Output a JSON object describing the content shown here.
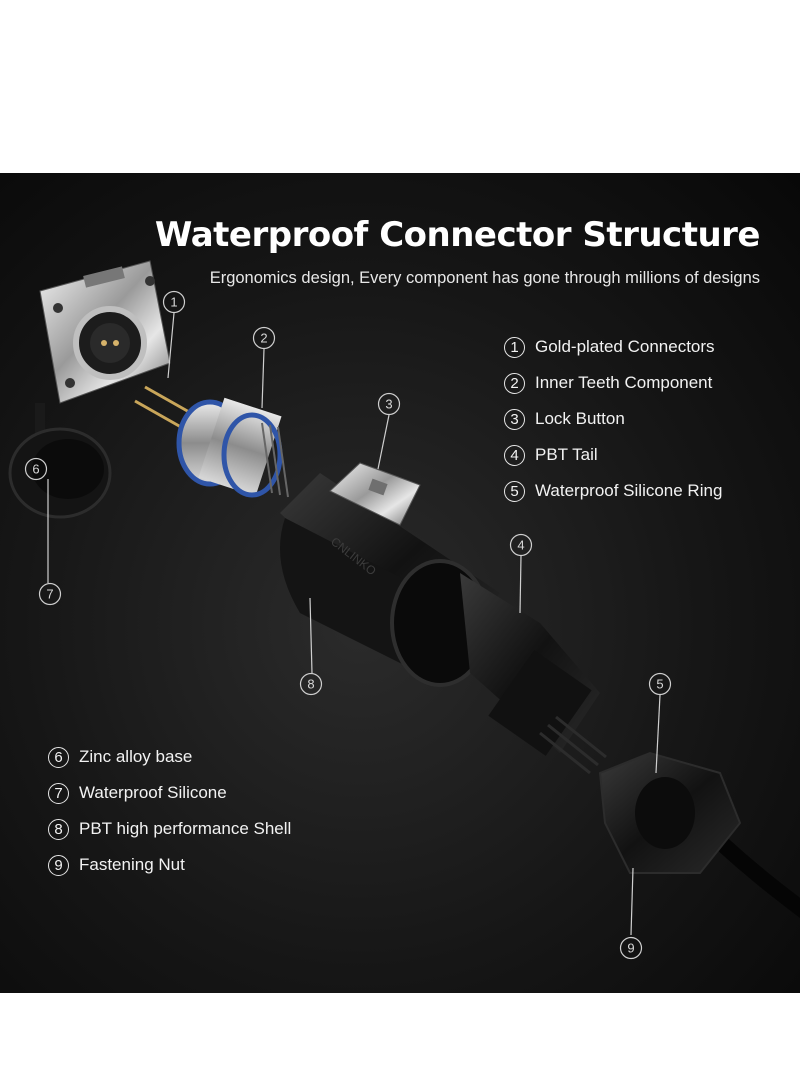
{
  "heading": {
    "title": "Waterproof Connector Structure",
    "subtitle": "Ergonomics design, Every component has gone through millions of designs"
  },
  "legend_top": [
    {
      "num": "1",
      "label": "Gold-plated Connectors"
    },
    {
      "num": "2",
      "label": "Inner Teeth Component"
    },
    {
      "num": "3",
      "label": "Lock Button"
    },
    {
      "num": "4",
      "label": "PBT Tail"
    },
    {
      "num": "5",
      "label": "Waterproof Silicone Ring"
    }
  ],
  "legend_bottom": [
    {
      "num": "6",
      "label": "Zinc alloy base"
    },
    {
      "num": "7",
      "label": "Waterproof Silicone"
    },
    {
      "num": "8",
      "label": "PBT high performance Shell"
    },
    {
      "num": "9",
      "label": "Fastening Nut"
    }
  ],
  "callouts": [
    "1",
    "2",
    "3",
    "4",
    "5",
    "6",
    "7",
    "8",
    "9"
  ],
  "colors": {
    "panel": "#161616",
    "text": "#ffffff",
    "silicone_ring": "#2f55a8",
    "metal": "#c9c9c9"
  }
}
